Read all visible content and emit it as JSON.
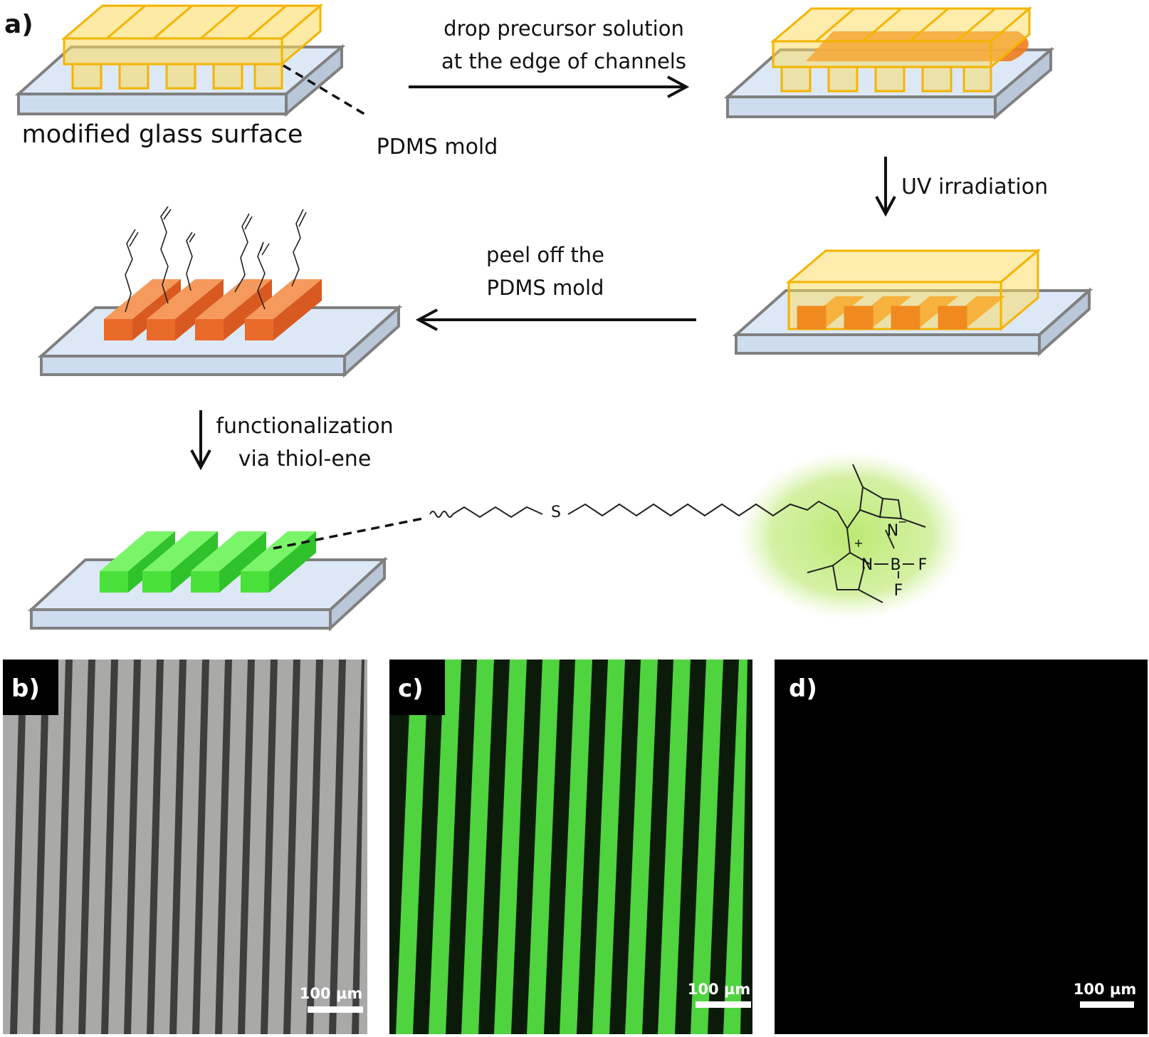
{
  "panels": {
    "a": "a)",
    "b": "b)",
    "c": "c)",
    "d": "d)"
  },
  "labels": {
    "substrate": "modified glass surface",
    "mold": "PDMS mold",
    "drop_line1": "drop precursor solution",
    "drop_line2": "at the edge of channels",
    "uv": "UV irradiation",
    "peel_line1": "peel off the",
    "peel_line2": "PDMS mold",
    "func_line1": "functionalization",
    "func_line2": "via thiol-ene"
  },
  "molecule": {
    "sulfur": "S",
    "nitrogen_top": "N",
    "nitrogen_bottom": "N",
    "boron": "B",
    "fluorine_1": "F",
    "fluorine_2": "F",
    "charge_plus": "+",
    "charge_minus": "−"
  },
  "micrographs": {
    "b": {
      "scale_bar": "100 µm",
      "mode": "bright-field"
    },
    "c": {
      "scale_bar": "100 µm",
      "mode": "fluorescence-green"
    },
    "d": {
      "scale_bar": "100 µm",
      "mode": "fluorescence-control"
    }
  },
  "colors": {
    "glass_top": "#dde8f7",
    "glass_edge": "#808080",
    "mold": "#fcd95a",
    "mold_stroke": "#f4b400",
    "precursor": "#f07c1e",
    "polymer": "#ea6a2a",
    "polymer_top": "#f59a5c",
    "bright_green": "#49e03a",
    "glow": "#b8e86a"
  }
}
